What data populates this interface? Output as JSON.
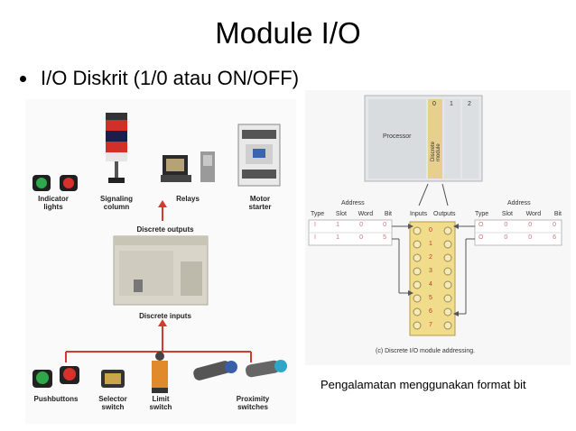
{
  "slide": {
    "title": "Module I/O",
    "bullet": "I/O Diskrit (1/0 atau ON/OFF)",
    "caption": "Pengalamatan menggunakan format bit"
  },
  "left_figure": {
    "indicator_lights": "Indicator lights",
    "signaling_column": "Signaling column",
    "relays": "Relays",
    "motor_starter": "Motor starter",
    "discrete_outputs": "Discrete outputs",
    "discrete_inputs": "Discrete inputs",
    "pushbuttons": "Pushbuttons",
    "selector_switch": "Selector switch",
    "limit_switch": "Limit switch",
    "proximity_switches": "Proximity switches"
  },
  "right_figure": {
    "processor": "Processor",
    "discrete_module": "Discrete module",
    "slot_numbers": [
      "0",
      "1",
      "2"
    ],
    "address": "Address",
    "headers": [
      "Type",
      "Slot",
      "Word",
      "Bit"
    ],
    "inputs": "Inputs",
    "outputs": "Outputs",
    "left_row": [
      "I",
      "1",
      "0",
      "0"
    ],
    "left_row2": [
      "I",
      "1",
      "0",
      "5"
    ],
    "right_row": [
      "O",
      "0",
      "0",
      "0"
    ],
    "right_row2": [
      "O",
      "0",
      "0",
      "6"
    ],
    "bits": [
      "0",
      "1",
      "2",
      "3",
      "4",
      "5",
      "6",
      "7"
    ],
    "figure_caption": "(c) Discrete I/O module addressing."
  },
  "colors": {
    "module_tan": "#e7cf8e",
    "terminal_yellow": "#f0dc8a",
    "arrow_red": "#d43a2f",
    "table_pink": "#e8a59b"
  }
}
